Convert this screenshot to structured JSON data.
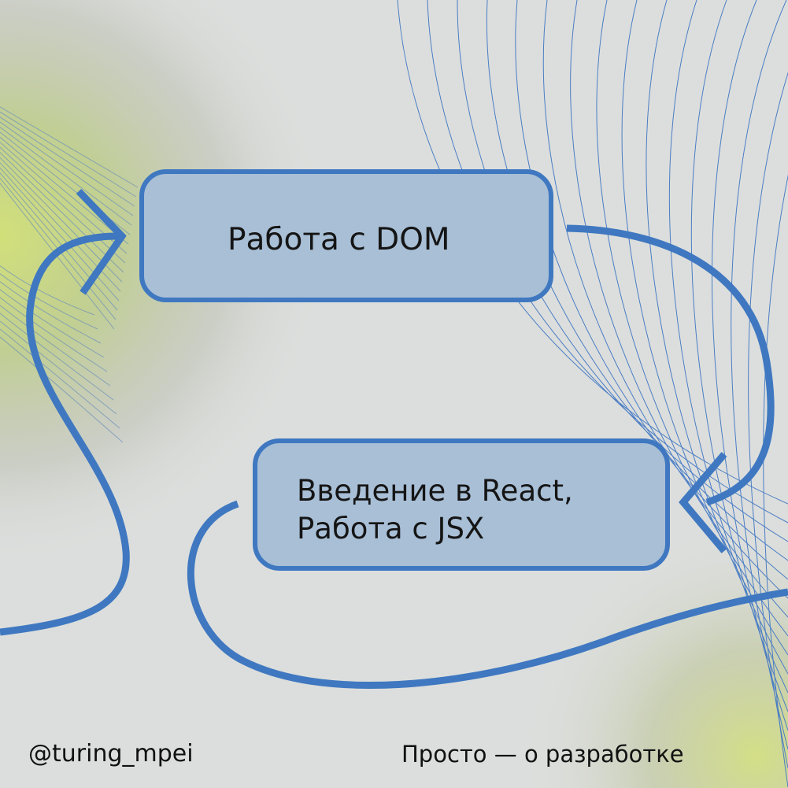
{
  "diagram": {
    "nodes": [
      {
        "id": "dom",
        "label": "Работа с DOM"
      },
      {
        "id": "react",
        "label_line1": "Введение в React,",
        "label_line2": "Работа с JSX"
      }
    ],
    "edges": [
      {
        "from": "dom",
        "to": "react"
      },
      {
        "from": "react",
        "to": "dom"
      }
    ]
  },
  "footer": {
    "handle": "@turing_mpei",
    "tagline": "Просто — о разработке"
  },
  "colors": {
    "background": "#dcdedd",
    "accent_blue": "#3f78c0",
    "node_fill": "#a8bfd6",
    "glow_green": "#cfdc74",
    "text": "#111111"
  }
}
